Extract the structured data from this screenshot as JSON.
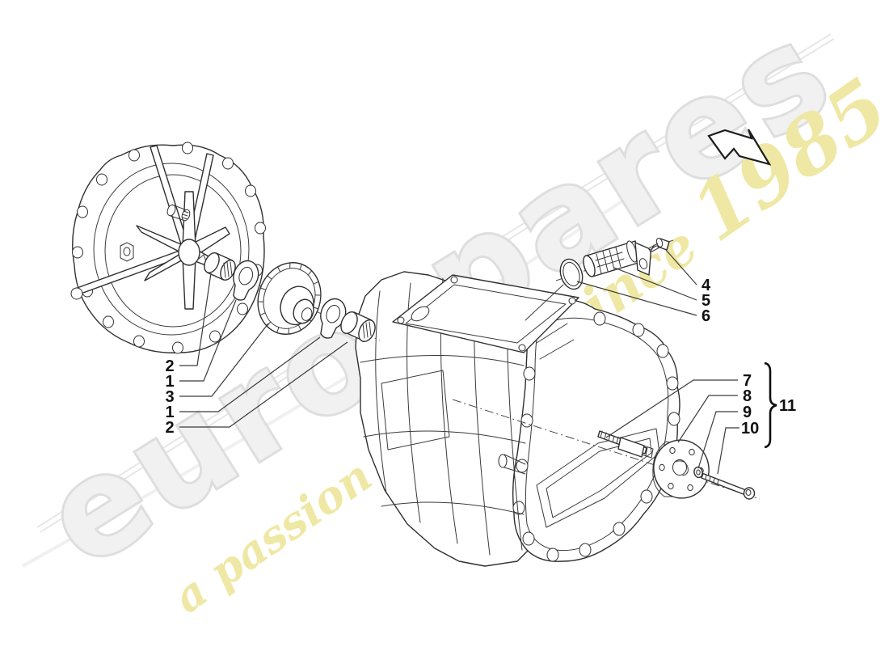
{
  "watermark": {
    "brand": "eurospares",
    "tagline_part1": "a passion for parts ",
    "tagline_part2": "since ",
    "tagline_part3": "1985",
    "brand_color": "#f1f1f1",
    "tagline_color": "#efe8a4"
  },
  "callouts": {
    "left": [
      "2",
      "1",
      "3",
      "1",
      "2"
    ],
    "strainer": [
      "4",
      "5",
      "6"
    ],
    "pump": [
      "7",
      "8",
      "9",
      "10"
    ],
    "pump_group": "11"
  },
  "colors": {
    "line_art": "#2f2f2f",
    "background": "#ffffff"
  },
  "icons": {
    "direction_arrow": "down-right-outline-arrow"
  }
}
